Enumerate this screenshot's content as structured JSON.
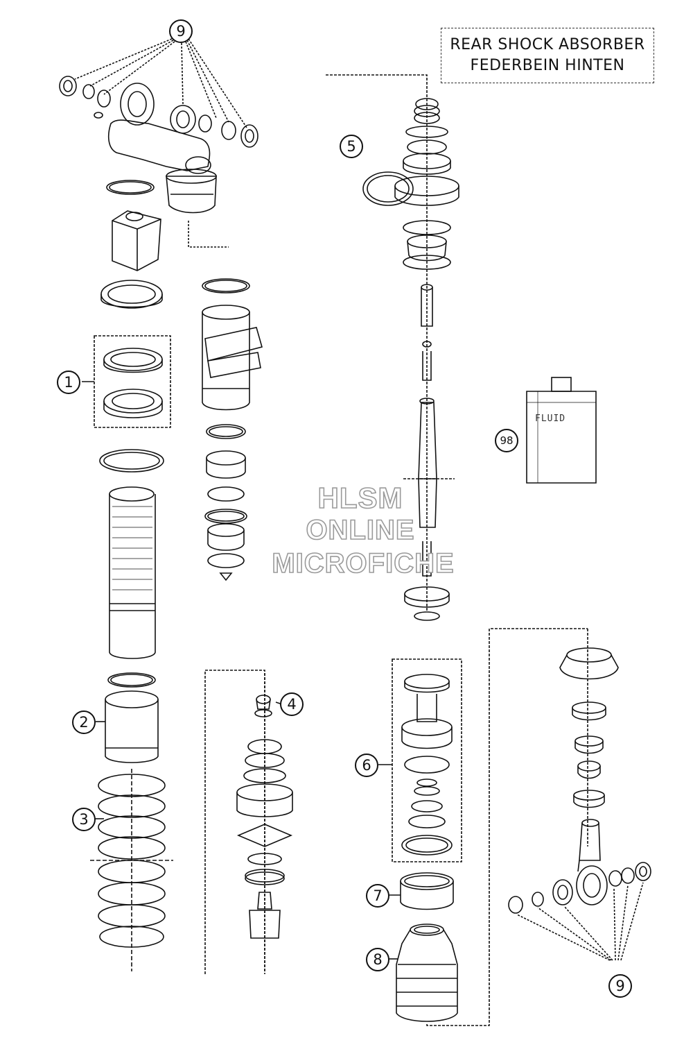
{
  "title": {
    "line1": "REAR SHOCK ABSORBER",
    "line2": "FEDERBEIN HINTEN"
  },
  "callouts": {
    "c9_top": "9",
    "c5": "5",
    "c1": "1",
    "c98": "98",
    "c2": "2",
    "c4": "4",
    "c6": "6",
    "c3": "3",
    "c7": "7",
    "c8": "8",
    "c9_bottom": "9"
  },
  "fluid_label": "FLUID",
  "watermark": {
    "line1": "HLSM",
    "line2": "ONLINE",
    "line3": "MICROFICHE"
  },
  "colors": {
    "ink": "#111111",
    "watermark_outline": "#9a9a9a",
    "background": "#ffffff"
  }
}
